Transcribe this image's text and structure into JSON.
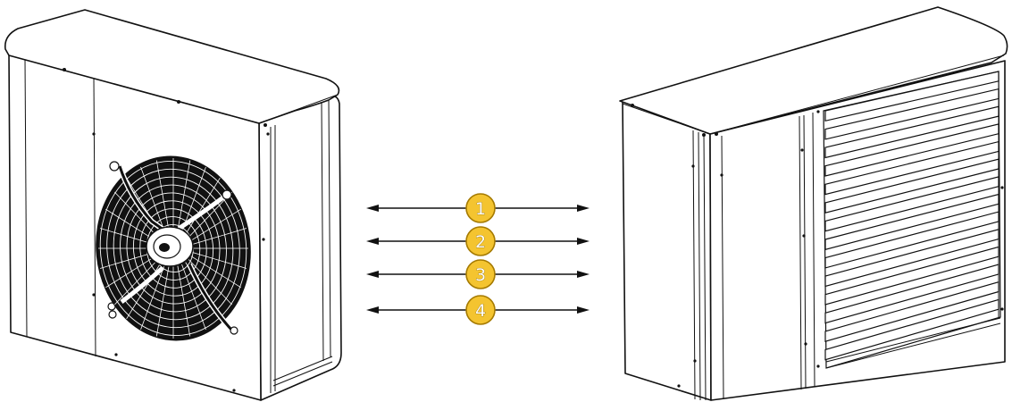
{
  "legend": [
    {
      "num": "1"
    },
    {
      "num": "2"
    },
    {
      "num": "3"
    },
    {
      "num": "4"
    }
  ],
  "colors": {
    "badge_fill": "#f4c430",
    "badge_stroke": "#a57a00",
    "line": "#111111",
    "background": "#ffffff"
  },
  "icons": {
    "front_unit": "heat-pump-front-fan-icon",
    "rear_unit": "heat-pump-rear-louvre-icon",
    "arrow": "double-headed-arrow-icon"
  }
}
